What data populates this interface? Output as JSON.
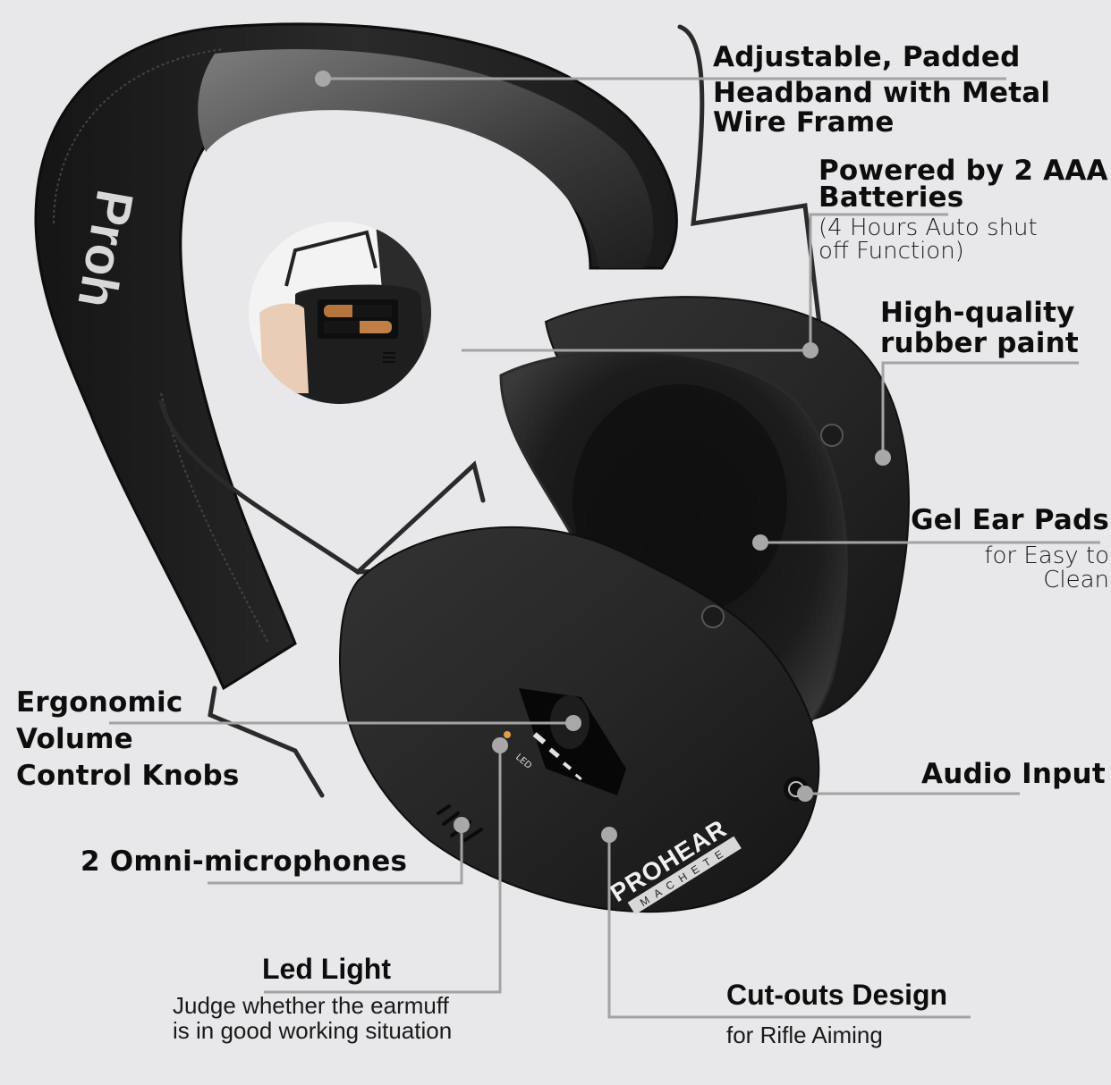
{
  "image": {
    "subject": "Electronic shooting earmuffs product diagram",
    "background_color": "#e8e8ea",
    "product_color": "#1e1e1e",
    "leader_color": "#a3a3a3",
    "brand_text": "PROHEAR",
    "model_text": "MACHETE",
    "device_led_text": "LED",
    "headband_print": "Proh"
  },
  "callouts": [
    {
      "id": "headband",
      "title_line1": "Adjustable, Padded",
      "title_line2": "Headband with Metal",
      "title_line3": "Wire Frame"
    },
    {
      "id": "batteries",
      "title_line1": "Powered by 2 AAA",
      "title_line2": "Batteries",
      "sub_line1": "(4 Hours Auto shut",
      "sub_line2": "off Function)"
    },
    {
      "id": "rubber-paint",
      "title_line1": "High-quality",
      "title_line2": "rubber paint"
    },
    {
      "id": "gel-ear-pads",
      "title_line1": "Gel Ear Pads",
      "sub_line1": "for Easy to",
      "sub_line2": "Clean"
    },
    {
      "id": "volume-knobs",
      "title_line1": "Ergonomic",
      "title_line2": "Volume",
      "title_line3": "Control Knobs"
    },
    {
      "id": "audio-input",
      "title_line1": "Audio Input"
    },
    {
      "id": "microphones",
      "title_line1": "2 Omni-microphones"
    },
    {
      "id": "led-light",
      "title_line1": "Led Light",
      "sub_line1": "Judge whether the earmuff",
      "sub_line2": "is in good working situation"
    },
    {
      "id": "cut-outs",
      "title_line1": "Cut-outs Design",
      "sub_line1": "for Rifle Aiming"
    }
  ]
}
